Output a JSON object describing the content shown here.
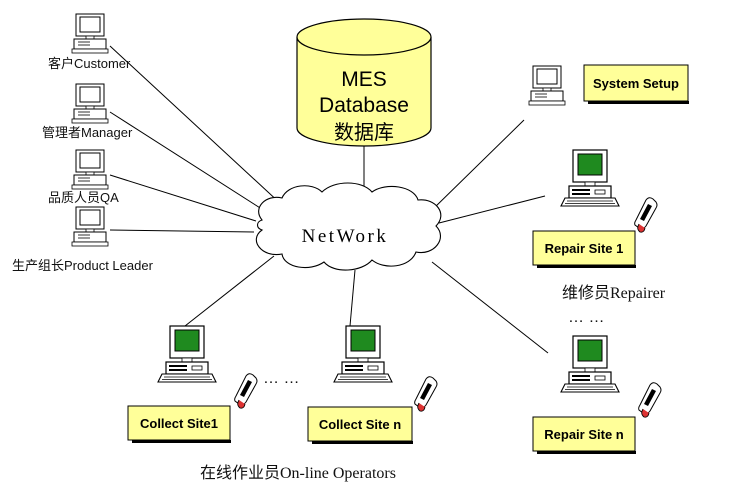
{
  "database": {
    "line1": "MES",
    "line2": "Database",
    "line3": "数据库"
  },
  "network": {
    "label": "NetWork"
  },
  "clients": [
    {
      "label": "客户Customer"
    },
    {
      "label": "管理者Manager"
    },
    {
      "label": "品质人员QA"
    },
    {
      "label": "生产组长Product Leader"
    }
  ],
  "system_setup": {
    "label": "System Setup"
  },
  "repair": {
    "site1": "Repair Site 1",
    "siten": "Repair Site n",
    "group_label": "维修员Repairer",
    "ellipsis": "… …"
  },
  "collect": {
    "site1": "Collect Site1",
    "siten": "Collect Site n",
    "ellipsis": "… …",
    "group_label": "在线作业员On-line Operators"
  },
  "colors": {
    "db_fill": "#ffff99",
    "box_fill": "#ffff99",
    "screen_green": "#1f8a1f",
    "line": "#000000"
  }
}
